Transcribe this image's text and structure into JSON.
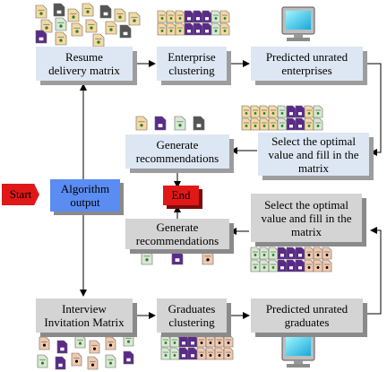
{
  "nodes": {
    "resume_matrix": "Resume\ndelivery matrix",
    "enterprise_clustering": "Enterprise\nclustering",
    "predicted_enterprises": "Predicted unrated\nenterprises",
    "select_optimal_top": "Select the optimal\nvalue and fill in the\nmatrix",
    "generate_top": "Generate\nrecommendations",
    "start": "Start",
    "algorithm_output": "Algorithm\noutput",
    "end": "End",
    "select_optimal_bottom": "Select the optimal\nvalue and fill in the\nmatrix",
    "generate_bottom": "Generate\nrecommendations",
    "interview_matrix": "Interview\nInvitation Matrix",
    "graduates_clustering": "Graduates\nclustering",
    "predicted_graduates": "Predicted unrated\ngraduates"
  },
  "colors": {
    "blue_box": "#dde7f3",
    "grey_box": "#d4d4d4",
    "algorithm_box": "#5a8cf2",
    "start_end": "#e01818",
    "doc_beige": "#f6d9a0",
    "doc_purple": "#5a2a8a",
    "doc_green": "#d7ead0",
    "doc_peach": "#f3c9ad"
  },
  "icons": [
    "document-icon",
    "monitor-icon",
    "arrow-icon"
  ]
}
